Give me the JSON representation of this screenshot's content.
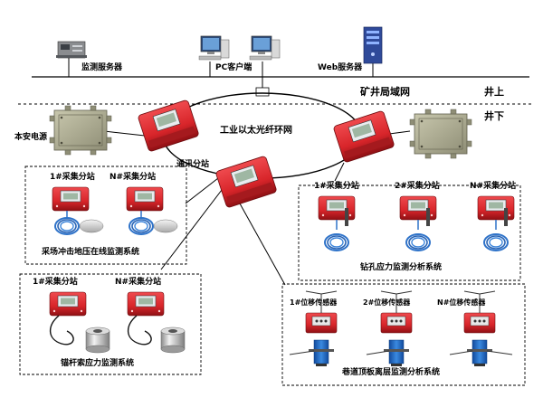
{
  "top": {
    "servers": [
      {
        "label": "监测服务器",
        "icon": "monitoring-server-icon"
      },
      {
        "label": "PC客户端",
        "icon": "pc-client-icon"
      },
      {
        "label": "Web服务器",
        "icon": "web-server-icon"
      }
    ],
    "lan_label": "矿井局域网",
    "above_label": "井上",
    "below_label": "井下"
  },
  "ring": {
    "label": "工业以太光纤环网",
    "substation_label": "通讯分站",
    "power_label": "本安电源"
  },
  "systems": {
    "impact": {
      "stations": [
        "1#采集分站",
        "N#采集分站"
      ],
      "title": "采场冲击地压在线监测系统"
    },
    "borehole": {
      "stations": [
        "1#采集分站",
        "2#采集分站",
        "N#采集分站"
      ],
      "title": "钻孔应力监测分析系统"
    },
    "anchor": {
      "stations": [
        "1#采集分站",
        "N#采集分站"
      ],
      "title": "锚杆索应力监测系统"
    },
    "roof": {
      "sensors": [
        "1#位移传感器",
        "2#位移传感器",
        "N#位移传感器"
      ],
      "title": "巷道顶板离层监测分析系统"
    }
  },
  "colors": {
    "device_red": "#d8252a",
    "device_dark_red": "#8e1014",
    "box_grey": "#a9a88f",
    "cable_blue": "#2f73c9",
    "sensor_blue": "#1f6fcf",
    "steel": "#c9c9c9"
  }
}
